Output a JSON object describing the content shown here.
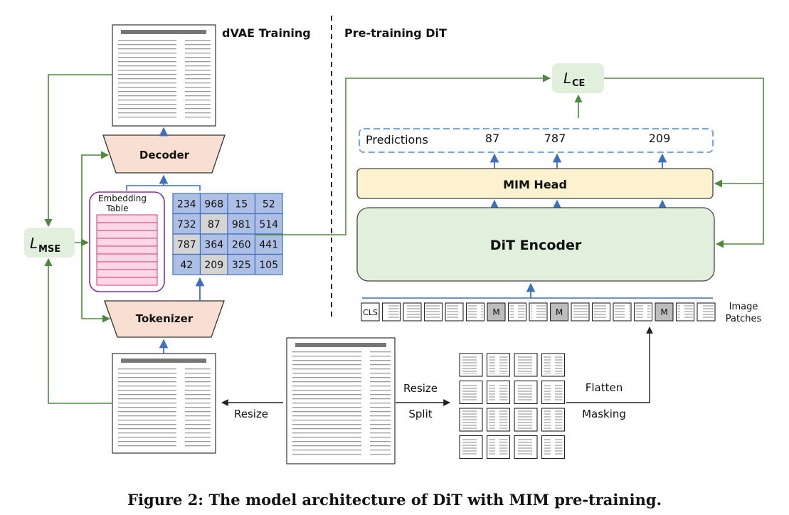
{
  "sections": {
    "left_title": "dVAE Training",
    "right_title": "Pre-training DiT"
  },
  "blocks": {
    "decoder": "Decoder",
    "tokenizer": "Tokenizer",
    "embedding_table_line1": "Embedding",
    "embedding_table_line2": "Table",
    "mim_head": "MIM Head",
    "dit_encoder": "DiT Encoder",
    "predictions": "Predictions",
    "image_patches_line1": "Image",
    "image_patches_line2": "Patches",
    "cls": "CLS",
    "mask_token": "M"
  },
  "losses": {
    "mse_symbol": "L",
    "mse_sub": "MSE",
    "ce_symbol": "L",
    "ce_sub": "CE"
  },
  "token_grid": [
    [
      "234",
      "968",
      "15",
      "52"
    ],
    [
      "732",
      "87",
      "981",
      "514"
    ],
    [
      "787",
      "364",
      "260",
      "441"
    ],
    [
      "42",
      "209",
      "325",
      "105"
    ]
  ],
  "predicted_tokens": [
    "87",
    "787",
    "209"
  ],
  "flow_labels": {
    "resize_left": "Resize",
    "resize_right": "Resize",
    "split": "Split",
    "flatten": "Flatten",
    "masking": "Masking"
  },
  "caption": "Figure 2: The model architecture of DiT with MIM pre-training.",
  "colors": {
    "decoder_fill": "#f9dfd2",
    "tokenizer_fill": "#f9dfd2",
    "loss_fill": "#e0f0dc",
    "encoder_fill": "#e0f0dc",
    "head_fill": "#fdf2d0",
    "grid_fill": "#aebfe6",
    "grid_highlight": "#d4d4d4",
    "embed_border": "#8a2ea5",
    "embed_rows": "#e0457f",
    "arrow_blue": "#3d6fc1",
    "arrow_green": "#4f8a3c"
  }
}
